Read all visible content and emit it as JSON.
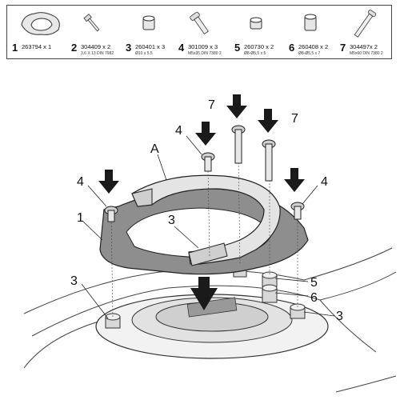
{
  "parts": [
    {
      "num": "1",
      "code": "263794 x 1",
      "spec": ""
    },
    {
      "num": "2",
      "code": "304409 x 2",
      "spec": "3,6 X 13 DIN 7982"
    },
    {
      "num": "3",
      "code": "260401 x 3",
      "spec": "Ø10 x 5.5"
    },
    {
      "num": "4",
      "code": "301009 x 3",
      "spec": "M5x35 DIN 7380 2"
    },
    {
      "num": "5",
      "code": "260730 x 2",
      "spec": "Ø8-Ø5,5 x 5"
    },
    {
      "num": "6",
      "code": "260408 x 2",
      "spec": "Ø8-Ø5,5 x 7"
    },
    {
      "num": "7",
      "code": "304497x 2",
      "spec": "M5x60 DIN 7380 2"
    }
  ],
  "callouts": {
    "a": "A",
    "one": "1",
    "three": "3",
    "four": "4",
    "five": "5",
    "six": "6",
    "seven": "7"
  },
  "colors": {
    "metal": "#c8c8c8",
    "dark": "#1a1a1a",
    "line": "#333333",
    "ring": "#e6e6e6"
  }
}
